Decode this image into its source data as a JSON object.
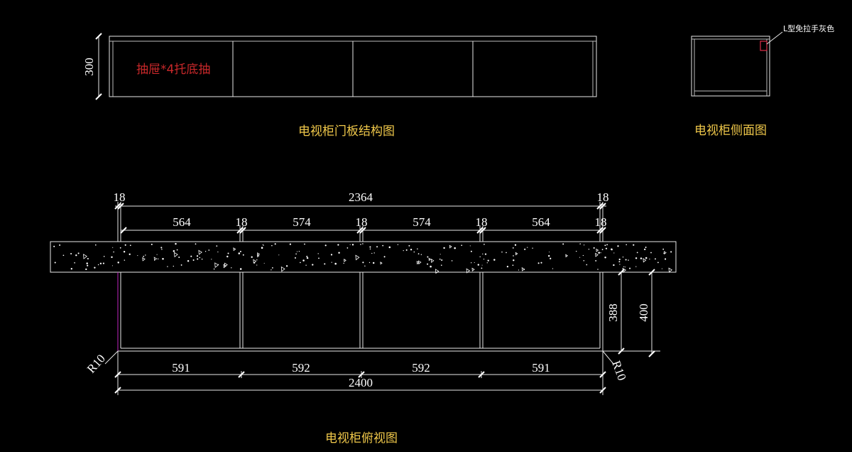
{
  "colors": {
    "background": "#000000",
    "lines": "#e8e8e8",
    "dimension_text": "#ffffff",
    "titles": "#f0c84a",
    "drawer_note": "#c8282a",
    "callout_box": "#e0304a",
    "left_edge": "#c026c0"
  },
  "front_view": {
    "title": "电视柜门板结构图",
    "drawer_note": "抽屉*4托底抽",
    "height_dim": "300"
  },
  "side_view": {
    "title": "电视柜侧面图",
    "callout": "L型免拉手灰色"
  },
  "top_view": {
    "title": "电视柜俯视图",
    "top_dims": [
      "18",
      "2364",
      "18"
    ],
    "inner_dims": [
      "564",
      "18",
      "574",
      "18",
      "574",
      "18",
      "564",
      "18"
    ],
    "bottom_dims": [
      "591",
      "592",
      "592",
      "591"
    ],
    "overall_width": "2400",
    "depth_inner": "388",
    "depth_outer": "400",
    "radius_left": "R10",
    "radius_right": "R10"
  }
}
